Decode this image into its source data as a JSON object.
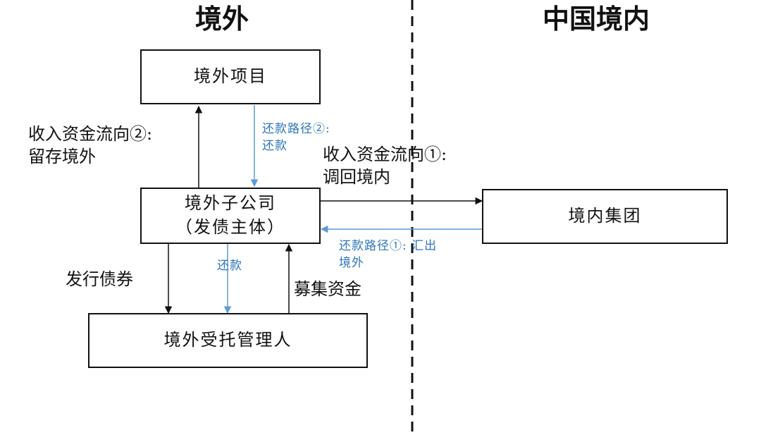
{
  "headings": {
    "overseas": "境外",
    "domestic": "中国境内"
  },
  "boxes": {
    "overseas_project": "境外项目",
    "subsidiary_line1": "境外子公司",
    "subsidiary_line2": "（发债主体）",
    "trustee": "境外受托管理人",
    "domestic_group": "境内集团"
  },
  "labels": {
    "income_flow_2_line1": "收入资金流向②:",
    "income_flow_2_line2": "留存境外",
    "income_flow_1_line1": "收入资金流向①:",
    "income_flow_1_line2": "调回境内",
    "issue_bonds": "发行债券",
    "raise_funds": "募集资金"
  },
  "blue_labels": {
    "repay_path_2_line1": "还款路径②:",
    "repay_path_2_line2": "还款",
    "repay_path_1_line1": "还款路径①:  汇出",
    "repay_path_1_line2": "境外",
    "repay": "还款"
  },
  "colors": {
    "black_line": "#111111",
    "blue_line": "#5b9bd5",
    "blue_text": "#2e75b6",
    "text": "#111111"
  }
}
